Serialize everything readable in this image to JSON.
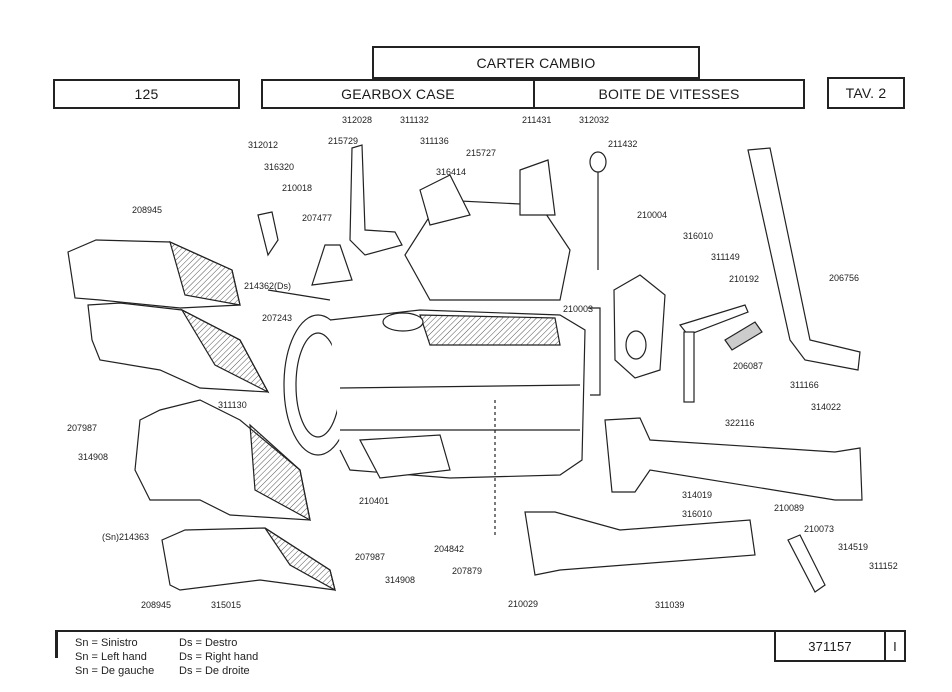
{
  "header": {
    "title_it": "CARTER CAMBIO",
    "model": "125",
    "title_en": "GEARBOX CASE",
    "title_fr": "BOITE DE VITESSES",
    "plate": "TAV. 2"
  },
  "parts": [
    {
      "id": "312028"
    },
    {
      "id": "311132"
    },
    {
      "id": "215729"
    },
    {
      "id": "311136"
    },
    {
      "id": "312012"
    },
    {
      "id": "316320"
    },
    {
      "id": "316414"
    },
    {
      "id": "210018"
    },
    {
      "id": "207477"
    },
    {
      "id": "211431"
    },
    {
      "id": "312032"
    },
    {
      "id": "211432"
    },
    {
      "id": "215727"
    },
    {
      "id": "208945"
    },
    {
      "id": "214362(Ds)"
    },
    {
      "id": "207243"
    },
    {
      "id": "210003"
    },
    {
      "id": "210004"
    },
    {
      "id": "316010"
    },
    {
      "id": "311149"
    },
    {
      "id": "210192"
    },
    {
      "id": "206756"
    },
    {
      "id": "206087"
    },
    {
      "id": "311130"
    },
    {
      "id": "207987"
    },
    {
      "id": "314908"
    },
    {
      "id": "311166"
    },
    {
      "id": "314022"
    },
    {
      "id": "322116"
    },
    {
      "id": "210401"
    },
    {
      "id": "314019"
    },
    {
      "id": "316010"
    },
    {
      "id": "210089"
    },
    {
      "id": "(Sn)214363"
    },
    {
      "id": "207987"
    },
    {
      "id": "204842"
    },
    {
      "id": "314908"
    },
    {
      "id": "207879"
    },
    {
      "id": "210073"
    },
    {
      "id": "314519"
    },
    {
      "id": "311152"
    },
    {
      "id": "208945"
    },
    {
      "id": "315015"
    },
    {
      "id": "210029"
    },
    {
      "id": "311039"
    }
  ],
  "legend": [
    {
      "sn": "Sn = Sinistro",
      "ds": "Ds = Destro"
    },
    {
      "sn": "Sn = Left hand",
      "ds": "Ds = Right hand"
    },
    {
      "sn": "Sn = De gauche",
      "ds": "Ds = De droite"
    }
  ],
  "footer": {
    "drawing_number": "371157",
    "sheet": "I"
  }
}
